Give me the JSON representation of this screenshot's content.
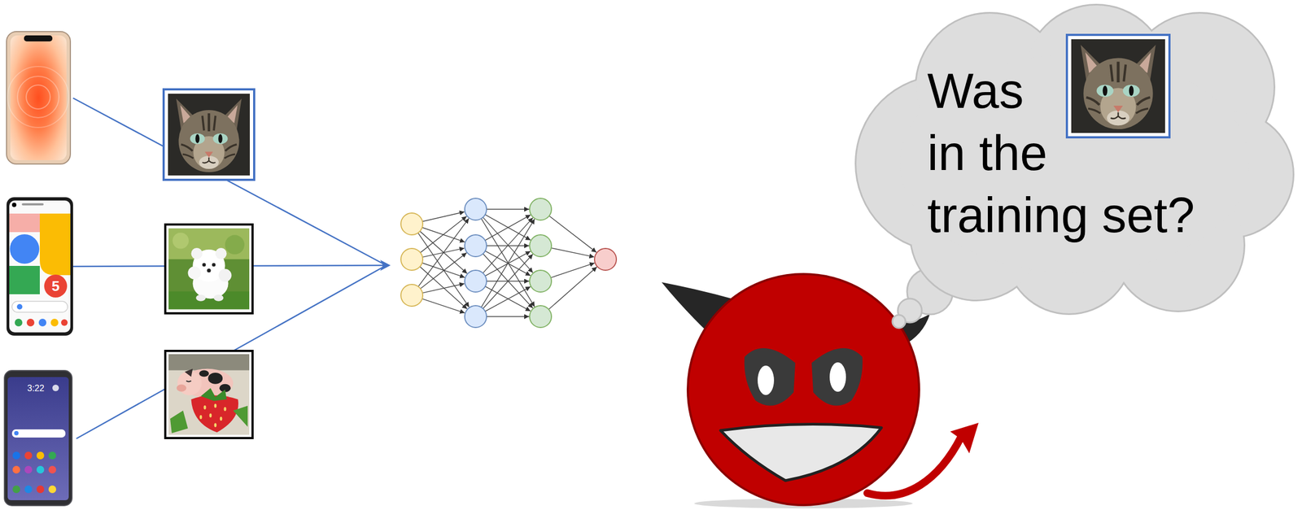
{
  "diagram": {
    "nodes": [
      {
        "text": [
          "Was in the training set?"
        ]
      }
    ],
    "labels": [
      "5",
      "3:22"
    ]
  }
}
